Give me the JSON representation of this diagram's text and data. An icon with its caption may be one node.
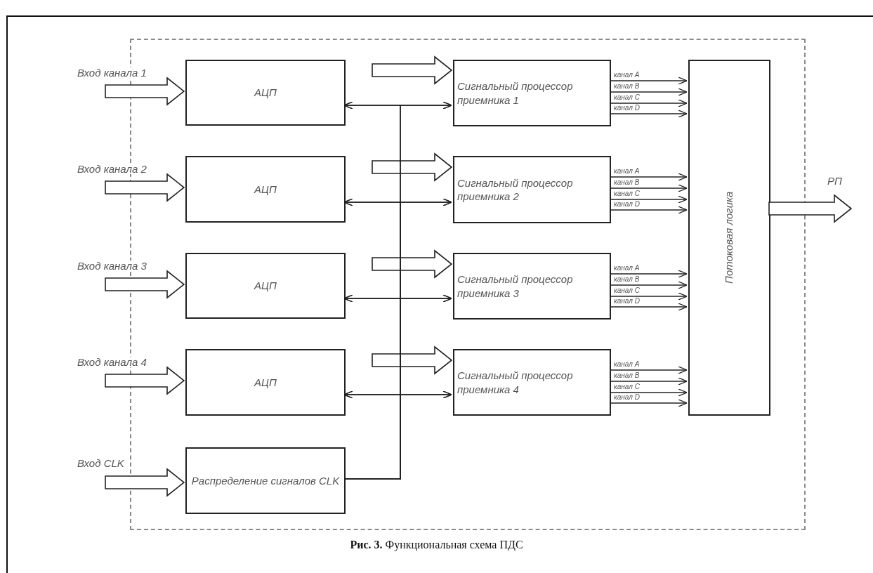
{
  "diagram": {
    "caption": "**Рис. 3.** Функциональная схема ПДС",
    "nodes": [
      {
        "text": [],
        "shape": "box"
      },
      {
        "text": [
          "АЦП"
        ],
        "in": 0
      },
      {
        "text": [
          "АЦП"
        ],
        "in": 0
      },
      {
        "text": [
          "АЦП"
        ],
        "in": 0
      },
      {
        "text": [
          "АЦП"
        ],
        "in": 0
      },
      {
        "text": [
          "Распределение сигналов CLK"
        ],
        "in": 0
      },
      {
        "text": [
          "Сигнальный процессор приемника 1"
        ],
        "in": 0
      },
      {
        "text": [
          "Сигнальный процессор приемника 2"
        ],
        "in": 0
      },
      {
        "text": [
          "Сигнальный процессор приемника 3"
        ],
        "in": 0
      },
      {
        "text": [
          "Сигнальный процессор приемника 4"
        ],
        "in": 0
      },
      {
        "text": [
          "Потоковая логика"
        ],
        "in": 0
      }
    ],
    "edges": [
      {
        "from": null,
        "to": 1,
        "arrow": "to",
        "label": "Вход канала 1",
        "style": "thick"
      },
      {
        "from": null,
        "to": 2,
        "arrow": "to",
        "label": "Вход канала 2",
        "style": "thick"
      },
      {
        "from": null,
        "to": 3,
        "arrow": "to",
        "label": "Вход канала 3",
        "style": "thick"
      },
      {
        "from": null,
        "to": 4,
        "arrow": "to",
        "label": "Вход канала 4",
        "style": "thick"
      },
      {
        "from": null,
        "to": 5,
        "arrow": "to",
        "label": "Вход CLK",
        "style": "thick"
      },
      {
        "from": null,
        "to": 6,
        "arrow": "to",
        "style": "thick"
      },
      {
        "from": null,
        "to": 7,
        "arrow": "to",
        "style": "thick"
      },
      {
        "from": null,
        "to": 8,
        "arrow": "to",
        "style": "thick"
      },
      {
        "from": null,
        "to": 9,
        "arrow": "to",
        "style": "thick"
      },
      {
        "from": 1,
        "to": 6,
        "arrow": "both"
      },
      {
        "from": 2,
        "to": 7,
        "arrow": "both"
      },
      {
        "from": 3,
        "to": 8,
        "arrow": "both"
      },
      {
        "from": 4,
        "to": 9,
        "arrow": "both"
      },
      {
        "from": 5,
        "to": 1,
        "arrow": "to"
      },
      {
        "from": 5,
        "to": 6,
        "arrow": "to"
      },
      {
        "from": 5,
        "to": 2,
        "arrow": "to"
      },
      {
        "from": 5,
        "to": 7,
        "arrow": "to"
      },
      {
        "from": 5,
        "to": 3,
        "arrow": "to"
      },
      {
        "from": 5,
        "to": 8,
        "arrow": "to"
      },
      {
        "from": 5,
        "to": 4,
        "arrow": "to"
      },
      {
        "from": 5,
        "to": 9,
        "arrow": "to"
      },
      {
        "from": 6,
        "to": 10,
        "arrow": "to",
        "label": "канал A"
      },
      {
        "from": 6,
        "to": 10,
        "arrow": "to",
        "label": "канал B"
      },
      {
        "from": 6,
        "to": 10,
        "arrow": "to",
        "label": "канал C"
      },
      {
        "from": 6,
        "to": 10,
        "arrow": "to",
        "label": "канал D"
      },
      {
        "from": 7,
        "to": 10,
        "arrow": "to",
        "label": "канал A"
      },
      {
        "from": 7,
        "to": 10,
        "arrow": "to",
        "label": "канал B"
      },
      {
        "from": 7,
        "to": 10,
        "arrow": "to",
        "label": "канал C"
      },
      {
        "from": 7,
        "to": 10,
        "arrow": "to",
        "label": "канал D"
      },
      {
        "from": 8,
        "to": 10,
        "arrow": "to",
        "label": "канал A"
      },
      {
        "from": 8,
        "to": 10,
        "arrow": "to",
        "label": "канал B"
      },
      {
        "from": 8,
        "to": 10,
        "arrow": "to",
        "label": "канал C"
      },
      {
        "from": 8,
        "to": 10,
        "arrow": "to",
        "label": "канал D"
      },
      {
        "from": 9,
        "to": 10,
        "arrow": "to",
        "label": "канал A"
      },
      {
        "from": 9,
        "to": 10,
        "arrow": "to",
        "label": "канал B"
      },
      {
        "from": 9,
        "to": 10,
        "arrow": "to",
        "label": "канал C"
      },
      {
        "from": 9,
        "to": 10,
        "arrow": "to",
        "label": "канал D"
      },
      {
        "from": 10,
        "to": null,
        "arrow": "to",
        "label": "РП",
        "style": "thick"
      }
    ]
  }
}
